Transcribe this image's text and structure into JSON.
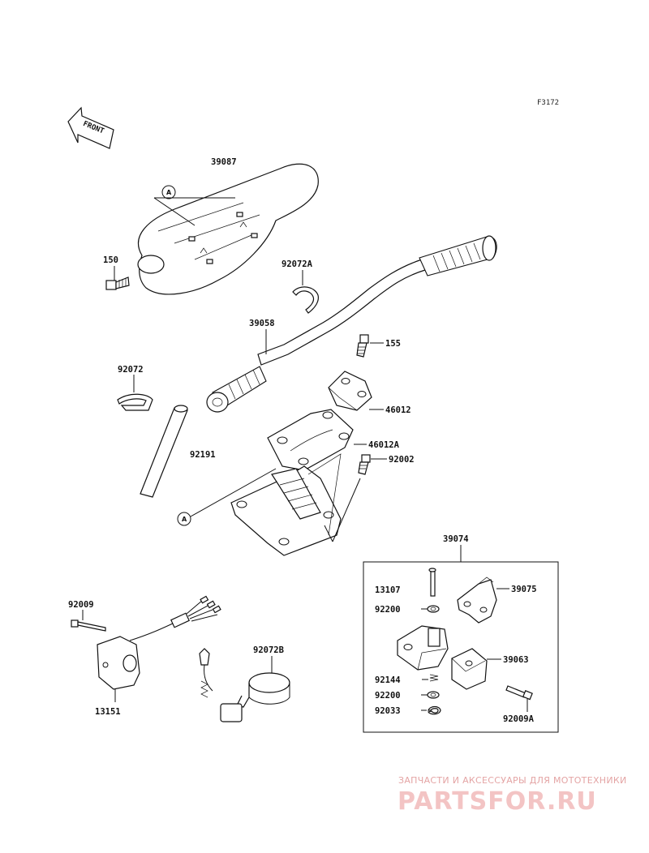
{
  "figure_code": "F3172",
  "front_label": "FRONT",
  "callout_marker": "A",
  "parts": {
    "p39087": "39087",
    "p150": "150",
    "p92072A": "92072A",
    "p39058": "39058",
    "p155": "155",
    "p92072": "92072",
    "p46012": "46012",
    "p92191": "92191",
    "p46012A": "46012A",
    "p92002": "92002",
    "p39074": "39074",
    "p13107": "13107",
    "p39075": "39075",
    "p92200a": "92200",
    "p39063": "39063",
    "p92144": "92144",
    "p92200b": "92200",
    "p92033": "92033",
    "p92009A": "92009A",
    "p92009": "92009",
    "p92072B": "92072B",
    "p13151": "13151"
  },
  "watermark": {
    "tagline": "ЗАПЧАСТИ И АКСЕССУАРЫ ДЛЯ МОТОТЕХНИКИ",
    "brand": "PARTSFOR.RU"
  }
}
